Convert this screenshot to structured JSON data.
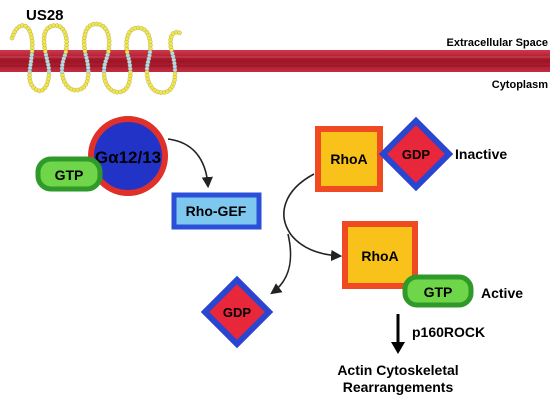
{
  "membrane": {
    "receptor_label": "US28",
    "outside_label": "Extracellular Space",
    "inside_label": "Cytoplasm"
  },
  "g_protein": {
    "label": "Gα12/13",
    "gtp_label": "GTP"
  },
  "rho_gef": {
    "label": "Rho-GEF"
  },
  "rhoa_inactive": {
    "label": "RhoA",
    "gdp_label": "GDP",
    "state_label": "Inactive"
  },
  "released_gdp": {
    "label": "GDP"
  },
  "rhoa_active": {
    "label": "RhoA",
    "gtp_label": "GTP",
    "state_label": "Active"
  },
  "effector": {
    "label": "p160ROCK"
  },
  "outcome": {
    "line1": "Actin Cytoskeletal",
    "line2": "Rearrangements"
  },
  "colors": {
    "membrane": "#b01c2e",
    "receptor_beads": "#f2e64a",
    "receptor_beads_inner": "#b8d8ec",
    "g_protein_fill": "#2233c8",
    "g_protein_ring": "#e0302a",
    "gtp_fill": "#6fd64a",
    "gtp_border": "#2f9a2a",
    "gef_fill": "#7ec8f0",
    "gef_border": "#2a4fd8",
    "rhoa_fill": "#f8c21a",
    "rhoa_border": "#f04a22",
    "gdp_fill": "#e8283a",
    "gdp_border": "#2a46d0"
  }
}
